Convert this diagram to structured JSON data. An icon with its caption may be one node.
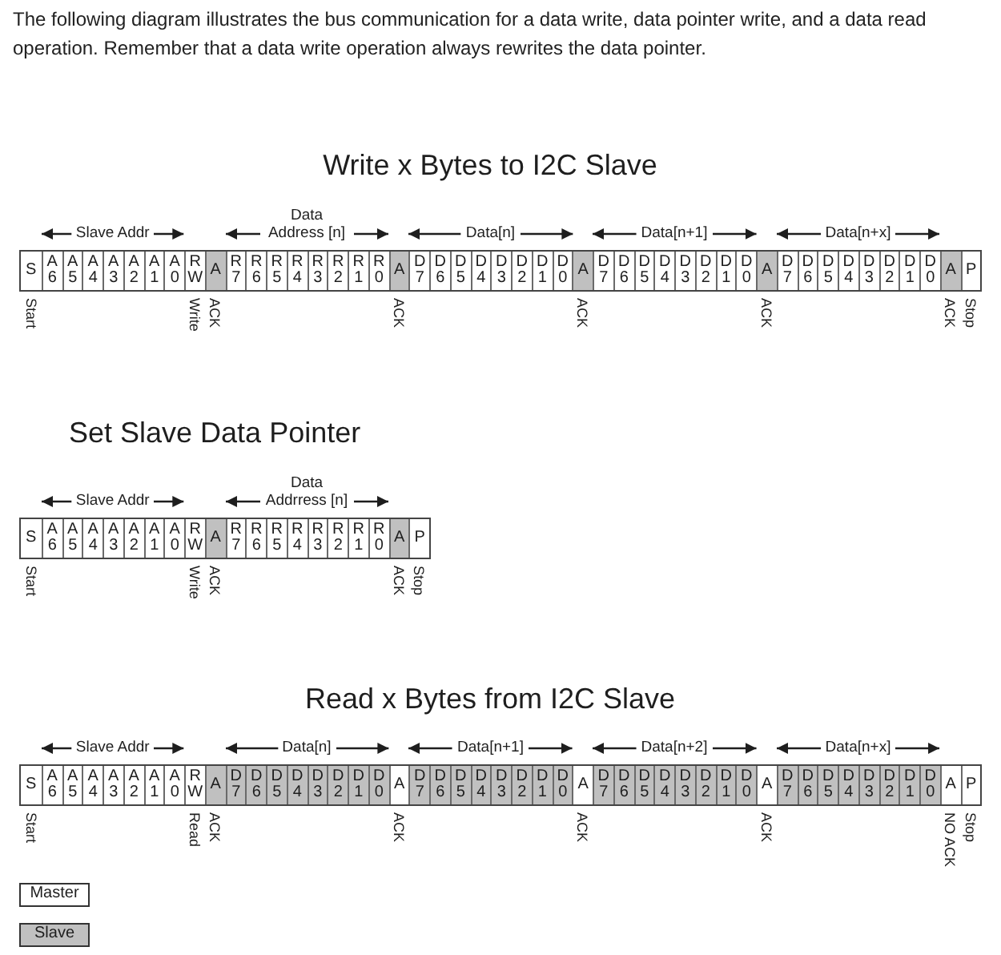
{
  "diagram": {
    "nodes": [
      {
        "text": [],
        "shape": "bar"
      },
      {
        "text": [
          "S"
        ],
        "in": 0,
        "beside": [
          "Start"
        ]
      },
      {
        "text": [
          "A 6"
        ],
        "in": 0
      },
      {
        "text": [
          "A 5"
        ],
        "in": 0
      },
      {
        "text": [
          "A 4"
        ],
        "in": 0
      },
      {
        "text": [
          "A 3"
        ],
        "in": 0
      },
      {
        "text": [
          "A 2"
        ],
        "in": 0
      },
      {
        "text": [
          "A 1"
        ],
        "in": 0
      },
      {
        "text": [
          "A 0"
        ],
        "in": 0
      },
      {
        "text": [
          "R W"
        ],
        "in": 0,
        "beside": [
          "Write"
        ]
      },
      {
        "text": [
          "A"
        ],
        "in": 0,
        "beside": [
          "ACK"
        ]
      },
      {
        "text": [
          "R 7"
        ],
        "in": 0
      },
      {
        "text": [
          "R 6"
        ],
        "in": 0
      },
      {
        "text": [
          "R 5"
        ],
        "in": 0
      },
      {
        "text": [
          "R 4"
        ],
        "in": 0
      },
      {
        "text": [
          "R 3"
        ],
        "in": 0
      },
      {
        "text": [
          "R 2"
        ],
        "in": 0
      },
      {
        "text": [
          "R 1"
        ],
        "in": 0
      },
      {
        "text": [
          "R 0"
        ],
        "in": 0
      },
      {
        "text": [
          "A"
        ],
        "in": 0,
        "beside": [
          "ACK"
        ]
      },
      {
        "text": [
          "D 7"
        ],
        "in": 0
      },
      {
        "text": [
          "D 6"
        ],
        "in": 0
      },
      {
        "text": [
          "D 5"
        ],
        "in": 0
      },
      {
        "text": [
          "D 4"
        ],
        "in": 0
      },
      {
        "text": [
          "D 3"
        ],
        "in": 0
      },
      {
        "text": [
          "D 2"
        ],
        "in": 0
      },
      {
        "text": [
          "D 1"
        ],
        "in": 0
      },
      {
        "text": [
          "D 0"
        ],
        "in": 0
      },
      {
        "text": [
          "A"
        ],
        "in": 0,
        "beside": [
          "ACK"
        ]
      },
      {
        "text": [
          "D 7"
        ],
        "in": 0
      },
      {
        "text": [
          "D 6"
        ],
        "in": 0
      },
      {
        "text": [
          "D 5"
        ],
        "in": 0
      },
      {
        "text": [
          "D 4"
        ],
        "in": 0
      },
      {
        "text": [
          "D 3"
        ],
        "in": 0
      },
      {
        "text": [
          "D 2"
        ],
        "in": 0
      },
      {
        "text": [
          "D 1"
        ],
        "in": 0
      },
      {
        "text": [
          "D 0"
        ],
        "in": 0
      },
      {
        "text": [
          "A"
        ],
        "in": 0,
        "beside": [
          "ACK"
        ]
      },
      {
        "text": [
          "D 7"
        ],
        "in": 0
      },
      {
        "text": [
          "D 6"
        ],
        "in": 0
      },
      {
        "text": [
          "D 5"
        ],
        "in": 0
      },
      {
        "text": [
          "D 4"
        ],
        "in": 0
      },
      {
        "text": [
          "D 3"
        ],
        "in": 0
      },
      {
        "text": [
          "D 2"
        ],
        "in": 0
      },
      {
        "text": [
          "D 1"
        ],
        "in": 0
      },
      {
        "text": [
          "D 0"
        ],
        "in": 0
      },
      {
        "text": [
          "A"
        ],
        "in": 0,
        "beside": [
          "ACK"
        ]
      },
      {
        "text": [
          "P"
        ],
        "in": 0,
        "beside": [
          "Stop"
        ]
      },
      {
        "text": [],
        "shape": "bar"
      },
      {
        "text": [
          "S"
        ],
        "in": 48,
        "beside": [
          "Start"
        ]
      },
      {
        "text": [
          "A 6"
        ],
        "in": 48
      },
      {
        "text": [
          "A 5"
        ],
        "in": 48
      },
      {
        "text": [
          "A 4"
        ],
        "in": 48
      },
      {
        "text": [
          "A 3"
        ],
        "in": 48
      },
      {
        "text": [
          "A 2"
        ],
        "in": 48
      },
      {
        "text": [
          "A 1"
        ],
        "in": 48
      },
      {
        "text": [
          "A 0"
        ],
        "in": 48
      },
      {
        "text": [
          "R W"
        ],
        "in": 48,
        "beside": [
          "Write"
        ]
      },
      {
        "text": [
          "A"
        ],
        "in": 48,
        "beside": [
          "ACK"
        ]
      },
      {
        "text": [
          "R 7"
        ],
        "in": 48
      },
      {
        "text": [
          "R 6"
        ],
        "in": 48
      },
      {
        "text": [
          "R 5"
        ],
        "in": 48
      },
      {
        "text": [
          "R 4"
        ],
        "in": 48
      },
      {
        "text": [
          "R 3"
        ],
        "in": 48
      },
      {
        "text": [
          "R 2"
        ],
        "in": 48
      },
      {
        "text": [
          "R 1"
        ],
        "in": 48
      },
      {
        "text": [
          "R 0"
        ],
        "in": 48
      },
      {
        "text": [
          "A"
        ],
        "in": 48,
        "beside": [
          "ACK"
        ]
      },
      {
        "text": [
          "P"
        ],
        "in": 48,
        "beside": [
          "Stop"
        ]
      },
      {
        "text": [],
        "shape": "bar"
      },
      {
        "text": [
          "S"
        ],
        "in": 69,
        "beside": [
          "Start"
        ]
      },
      {
        "text": [
          "A 6"
        ],
        "in": 69
      },
      {
        "text": [
          "A 5"
        ],
        "in": 69
      },
      {
        "text": [
          "A 4"
        ],
        "in": 69
      },
      {
        "text": [
          "A 3"
        ],
        "in": 69
      },
      {
        "text": [
          "A 2"
        ],
        "in": 69
      },
      {
        "text": [
          "A 1"
        ],
        "in": 69
      },
      {
        "text": [
          "A 0"
        ],
        "in": 69
      },
      {
        "text": [
          "R W"
        ],
        "in": 69,
        "beside": [
          "Read"
        ]
      },
      {
        "text": [
          "A"
        ],
        "in": 69,
        "beside": [
          "ACK"
        ]
      },
      {
        "text": [
          "D 7"
        ],
        "in": 69
      },
      {
        "text": [
          "D 6"
        ],
        "in": 69
      },
      {
        "text": [
          "D 5"
        ],
        "in": 69
      },
      {
        "text": [
          "D 4"
        ],
        "in": 69
      },
      {
        "text": [
          "D 3"
        ],
        "in": 69
      },
      {
        "text": [
          "D 2"
        ],
        "in": 69
      },
      {
        "text": [
          "D 1"
        ],
        "in": 69
      },
      {
        "text": [
          "D 0"
        ],
        "in": 69
      },
      {
        "text": [
          "A"
        ],
        "in": 69,
        "beside": [
          "ACK"
        ]
      },
      {
        "text": [
          "D 7"
        ],
        "in": 69
      },
      {
        "text": [
          "D 6"
        ],
        "in": 69
      },
      {
        "text": [
          "D 5"
        ],
        "in": 69
      },
      {
        "text": [
          "D 4"
        ],
        "in": 69
      },
      {
        "text": [
          "D 3"
        ],
        "in": 69
      },
      {
        "text": [
          "D 2"
        ],
        "in": 69
      },
      {
        "text": [
          "D 1"
        ],
        "in": 69
      },
      {
        "text": [
          "D 0"
        ],
        "in": 69
      },
      {
        "text": [
          "A"
        ],
        "in": 69,
        "beside": [
          "ACK"
        ]
      },
      {
        "text": [
          "D 7"
        ],
        "in": 69
      },
      {
        "text": [
          "D 6"
        ],
        "in": 69
      },
      {
        "text": [
          "D 5"
        ],
        "in": 69
      },
      {
        "text": [
          "D 4"
        ],
        "in": 69
      },
      {
        "text": [
          "D 3"
        ],
        "in": 69
      },
      {
        "text": [
          "D 2"
        ],
        "in": 69
      },
      {
        "text": [
          "D 1"
        ],
        "in": 69
      },
      {
        "text": [
          "D 0"
        ],
        "in": 69
      },
      {
        "text": [
          "A"
        ],
        "in": 69,
        "beside": [
          "ACK"
        ]
      },
      {
        "text": [
          "D 7"
        ],
        "in": 69
      },
      {
        "text": [
          "D 6"
        ],
        "in": 69
      },
      {
        "text": [
          "D 5"
        ],
        "in": 69
      },
      {
        "text": [
          "D 4"
        ],
        "in": 69
      },
      {
        "text": [
          "D 3"
        ],
        "in": 69
      },
      {
        "text": [
          "D 2"
        ],
        "in": 69
      },
      {
        "text": [
          "D 1"
        ],
        "in": 69
      },
      {
        "text": [
          "D 0"
        ],
        "in": 69
      },
      {
        "text": [
          "A"
        ],
        "in": 69,
        "beside": [
          "NO ACK"
        ]
      },
      {
        "text": [
          "P"
        ],
        "in": 69,
        "beside": [
          "Stop"
        ]
      }
    ],
    "labels": [
      "The following diagram illustrates the bus communication for a data write, data pointer write, and a data read operation. Remember that a data write operation always rewrites the data pointer.",
      "Write x Bytes to I2C Slave",
      "Slave Addr",
      "Data Address [n]",
      "Data[n]",
      "Data[n+1]",
      "Data[n+x]",
      "Set Slave Data Pointer",
      "Slave Addr",
      "Data Addrress [n]",
      "Read x Bytes from I2C Slave",
      "Slave Addr",
      "Data[n]",
      "Data[n+1]",
      "Data[n+2]",
      "Data[n+x]"
    ],
    "legend": [
      {
        "text": "Master",
        "color": "#ffffff"
      },
      {
        "text": "Slave",
        "color": "#c0c0c0"
      }
    ]
  }
}
